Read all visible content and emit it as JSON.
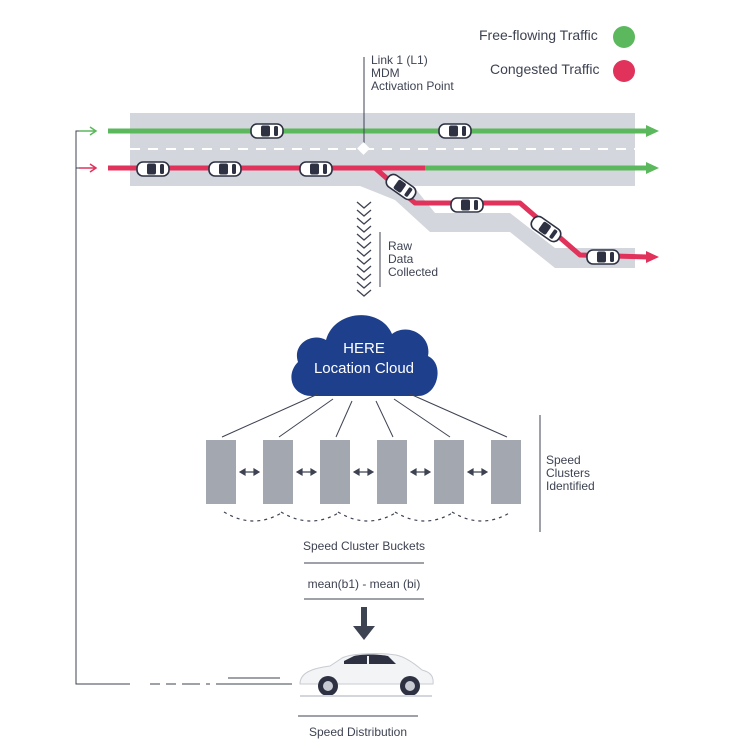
{
  "legend": {
    "free_flowing": "Free-flowing Traffic",
    "congested": "Congested Traffic"
  },
  "link_label": {
    "line1": "Link 1 (L1)",
    "line2": "MDM",
    "line3": "Activation Point"
  },
  "raw_data": {
    "line1": "Raw",
    "line2": "Data",
    "line3": "Collected"
  },
  "cloud": {
    "line1": "HERE",
    "line2": "Location Cloud"
  },
  "speed_clusters": {
    "line1": "Speed",
    "line2": "Clusters",
    "line3": "Identified"
  },
  "buckets_label": "Speed Cluster Buckets",
  "formula": "mean(b1) - mean (bi)",
  "speed_distribution": "Speed Distribution",
  "colors": {
    "green": "#5cb85c",
    "red": "#e0325a",
    "road": "#d3d6dc",
    "cloud": "#1e3f8c",
    "bucket": "#a3a7b0",
    "text": "#3e4352"
  }
}
